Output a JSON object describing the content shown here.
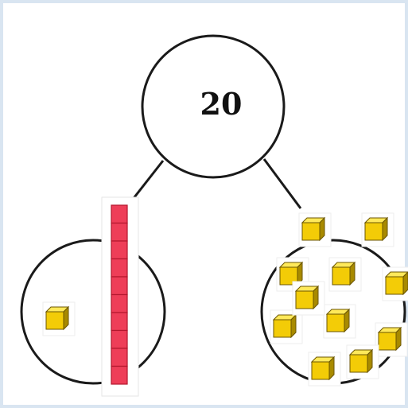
{
  "diagram": {
    "whole_value": "20",
    "left_part": {
      "rod_units": 10,
      "loose_cubes": 1
    },
    "right_part": {
      "loose_cubes": 11
    }
  },
  "colors": {
    "frame": "#d9e5f1",
    "circle_stroke": "#1a1a1a",
    "rod_fill": "#ee3e58",
    "rod_edge": "#b3182e",
    "cube_top": "#ffe95a",
    "cube_front": "#f3cc07",
    "cube_side": "#a88a00",
    "cube_edge": "#6b5600"
  },
  "icons": {
    "cube": "unit-cube-icon",
    "rod": "ten-rod-icon"
  }
}
